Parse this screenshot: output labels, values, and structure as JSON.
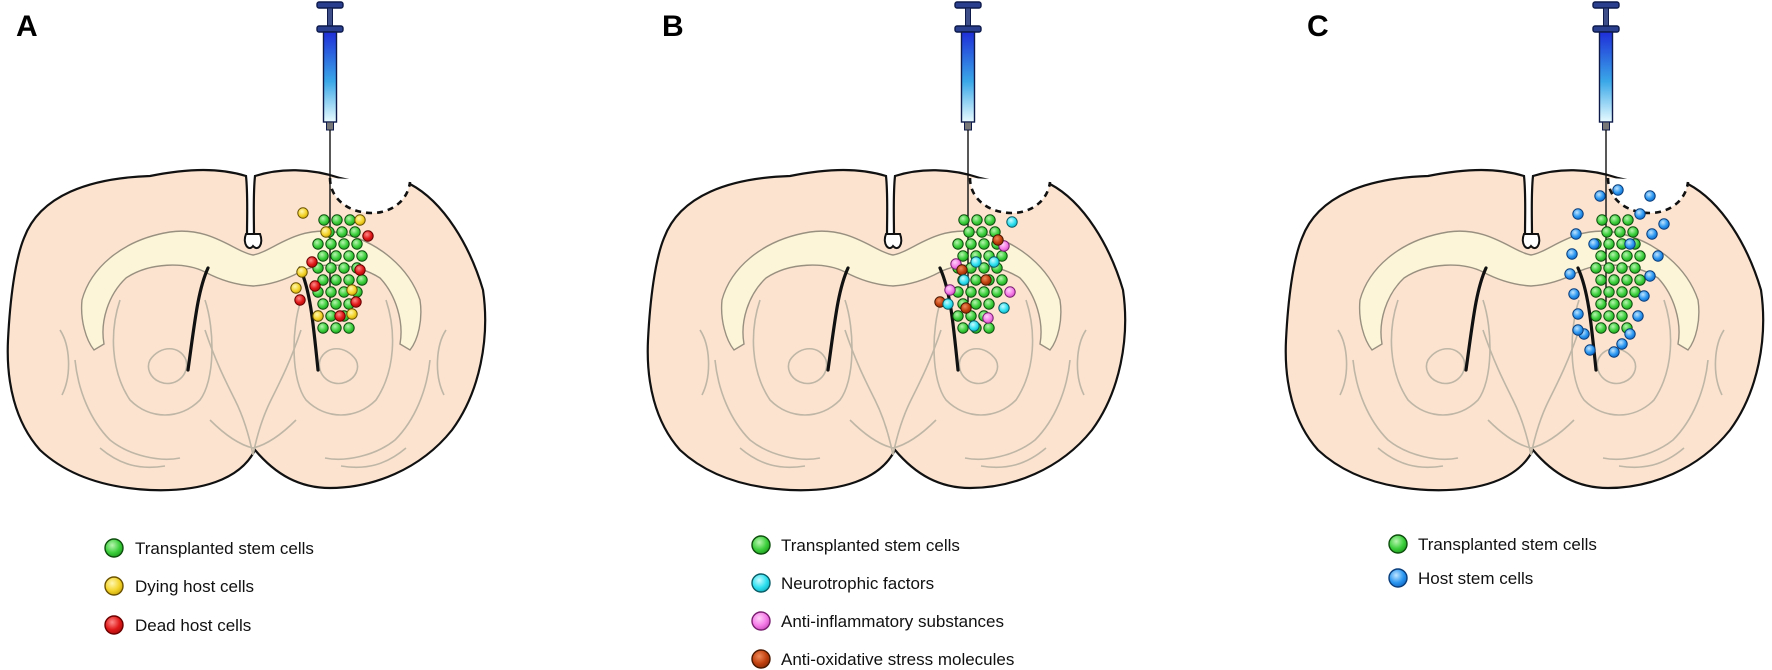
{
  "panels": [
    {
      "letter": "A",
      "legend": [
        {
          "label": "Transplanted stem cells",
          "color": "#3ccf3c"
        },
        {
          "label": "Dying host cells",
          "color": "#f3d32a"
        },
        {
          "label": "Dead host cells",
          "color": "#e01818"
        }
      ]
    },
    {
      "letter": "B",
      "legend": [
        {
          "label": "Transplanted stem cells",
          "color": "#3ccf3c"
        },
        {
          "label": "Neurotrophic factors",
          "color": "#2ee0f0"
        },
        {
          "label": "Anti-inflammatory substances",
          "color": "#f57ce8"
        },
        {
          "label": "Anti-oxidative stress molecules",
          "color": "#c0400e"
        }
      ]
    },
    {
      "letter": "C",
      "legend": [
        {
          "label": "Transplanted stem cells",
          "color": "#3ccf3c"
        },
        {
          "label": "Host stem cells",
          "color": "#2a96f0"
        }
      ]
    }
  ],
  "colors": {
    "brain_fill": "#fbe3d0",
    "white_matter": "#fcf5d8",
    "syringe_top": "#1f2ed8",
    "syringe_bottom": "#e8fbff"
  },
  "icons": [
    "syringe-icon",
    "brain-section-icon",
    "lesion-cavity-icon",
    "cell-icon"
  ]
}
